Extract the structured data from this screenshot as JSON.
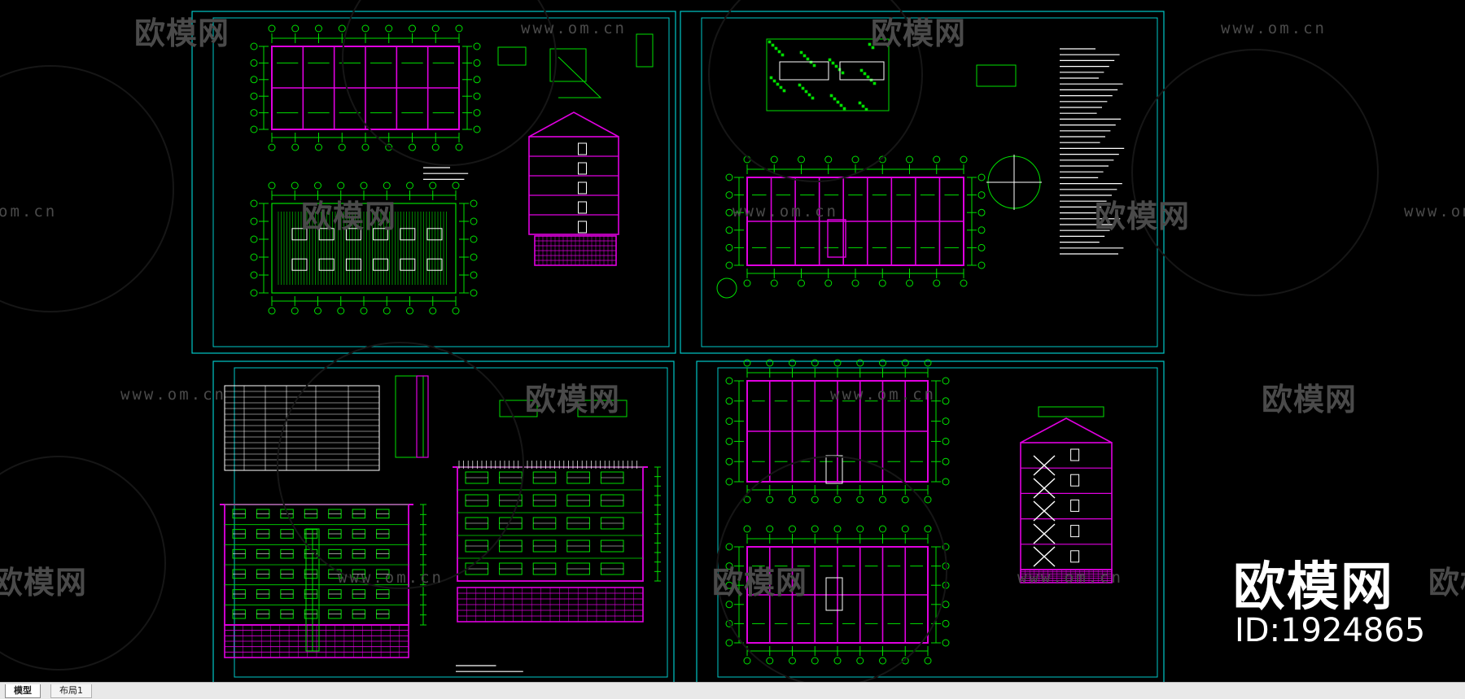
{
  "watermark": {
    "brand_text": "欧模网",
    "url_text": "www.om.cn",
    "url_short": "om.cn",
    "id_label": "ID:1924865"
  },
  "tabs": [
    {
      "label": "模型",
      "active": true
    },
    {
      "label": "布局1",
      "active": false
    }
  ],
  "colors": {
    "background": "#000000",
    "frame": "#00c8c8",
    "lines": "#00e000",
    "walls": "#e000e0",
    "text": "#ffffff"
  }
}
